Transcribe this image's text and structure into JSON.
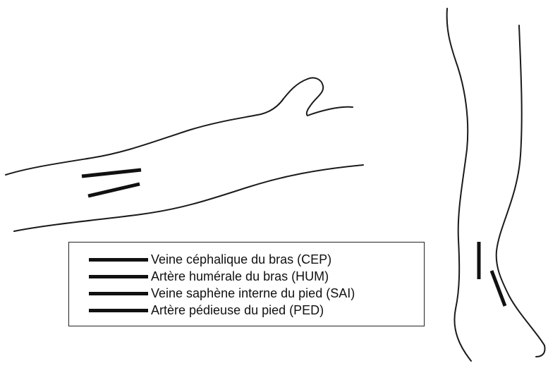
{
  "diagram": {
    "figures": {
      "arm": "forearm-and-hand-outline",
      "leg": "lower-leg-and-foot-outline"
    },
    "legend": {
      "items": [
        {
          "label": "Veine céphalique du bras (CEP)",
          "code": "CEP"
        },
        {
          "label": "Artère humérale du bras (HUM)",
          "code": "HUM"
        },
        {
          "label": "Veine saphène interne du pied (SAI)",
          "code": "SAI"
        },
        {
          "label": "Artère pédieuse du pied (PED)",
          "code": "PED"
        }
      ]
    },
    "colors": {
      "line": "#111111",
      "background": "#ffffff"
    }
  }
}
